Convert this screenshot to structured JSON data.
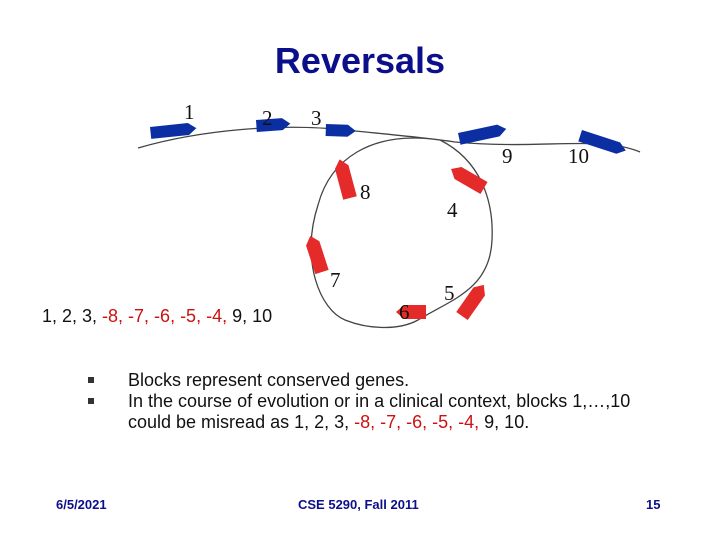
{
  "slide": {
    "title": "Reversals",
    "block_labels": [
      "1",
      "2",
      "3",
      "9",
      "10",
      "8",
      "4",
      "7",
      "6",
      "5"
    ],
    "sequence": {
      "prefix": "1, 2, 3, ",
      "reversed": "-8, -7, -6, -5, -4,",
      "suffix": " 9, 10"
    },
    "bullets": [
      {
        "text": "Blocks represent conserved genes."
      },
      {
        "line1": "In the course of evolution or in a clinical context, blocks 1,…,10",
        "line2_prefix": "could be misread as 1, 2, 3, ",
        "line2_reversed": "-8, -7, -6, -5, -4,",
        "line2_suffix": " 9, 10."
      }
    ],
    "footer": {
      "date": "6/5/2021",
      "course": "CSE 5290, Fall 2011",
      "page": "15"
    },
    "colors": {
      "title": "#0c0f8a",
      "forward_block": "#0b2fa3",
      "reversed_block": "#e52a2a",
      "reversed_text": "#cc1111"
    }
  }
}
